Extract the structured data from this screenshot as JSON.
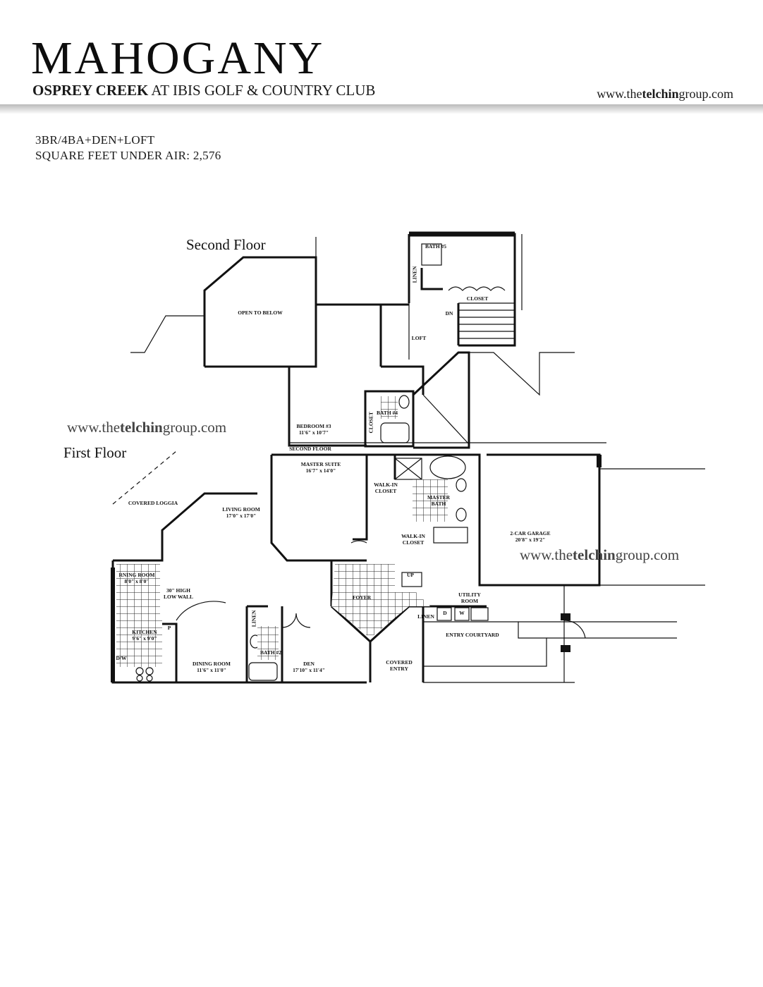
{
  "header": {
    "title": "MAHOGANY",
    "subtitle_bold": "OSPREY CREEK",
    "subtitle_rest": " AT IBIS GOLF & COUNTRY CLUB",
    "website_prefix": "www.the",
    "website_bold": "telchin",
    "website_suffix": "group.com"
  },
  "specs": {
    "line1": "3BR/4BA+DEN+LOFT",
    "line2": "SQUARE FEET UNDER AIR: 2,576"
  },
  "floor_labels": {
    "second": "Second Floor",
    "first": "First Floor"
  },
  "watermark": {
    "prefix": "www.the",
    "bold": "telchin",
    "suffix": "group.com"
  },
  "rooms": {
    "open_to_below": "OPEN TO BELOW",
    "bath_5": "BATH #5",
    "linen_upper": "LINEN",
    "closet_upper": "CLOSET",
    "den_upper": "DN",
    "loft": "LOFT",
    "bedroom3": "BEDROOM #3",
    "bedroom3_dim": "11'6\" x 10'7\"",
    "bath_4": "BATH #4",
    "closet_bed3": "CLOSET",
    "second_floor": "SECOND FLOOR",
    "master_suite": "MASTER SUITE",
    "master_suite_dim": "16'7\" x 14'0\"",
    "walk_in_closet_1": "WALK-IN CLOSET",
    "master_bath": "MASTER BATH",
    "walk_in_closet_2": "WALK-IN CLOSET",
    "garage": "2-CAR GARAGE",
    "garage_dim": "20'8\" x 19'2\"",
    "covered_loggia": "COVERED LOGGIA",
    "living_room": "LIVING ROOM",
    "living_room_dim": "17'0\" x 17'0\"",
    "morning_room": "RNING ROOM",
    "morning_room_dim": "8'0\" x 8'0\"",
    "low_wall": "30\" HIGH LOW WALL",
    "kitchen": "KITCHEN",
    "kitchen_dim": "9'6\" x 9'0\"",
    "pantry": "P",
    "dw": "D/W",
    "dining_room": "DINING ROOM",
    "dining_room_dim": "11'6\" x 11'0\"",
    "linen_lower": "LINEN",
    "bath_2": "BATH #2",
    "den": "DEN",
    "den_dim": "17'10\" x 11'4\"",
    "foyer": "FOYER",
    "up": "UP",
    "utility_room": "UTILITY ROOM",
    "linen_utility": "LINEN",
    "dryer": "D",
    "washer": "W",
    "covered_entry": "COVERED ENTRY",
    "entry_courtyard": "ENTRY COURTYARD"
  }
}
